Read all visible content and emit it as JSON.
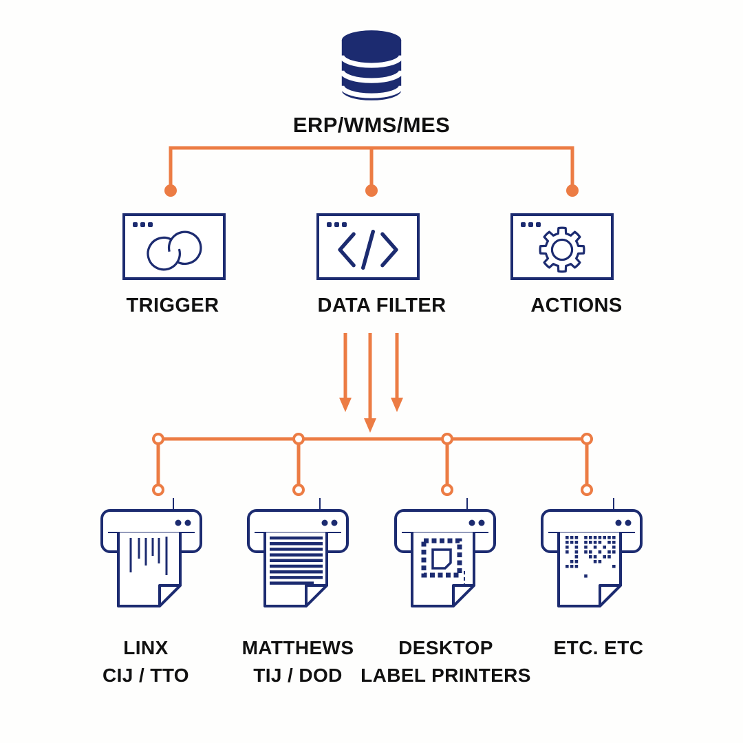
{
  "colors": {
    "navy": "#1c2b70",
    "orange": "#ec7c44",
    "text": "#111111",
    "background": "#fefefd"
  },
  "root": {
    "label": "ERP/WMS/MES",
    "icon": "database-icon"
  },
  "modules": [
    {
      "label": "TRIGGER",
      "icon": "link-rings-icon"
    },
    {
      "label": "DATA FILTER",
      "icon": "code-icon"
    },
    {
      "label": "ACTIONS",
      "icon": "gear-icon"
    }
  ],
  "printers": [
    {
      "line1": "LINX",
      "line2": "CIJ / TTO",
      "icon": "printer-barcode-icon"
    },
    {
      "line1": "MATTHEWS",
      "line2": "TIJ / DOD",
      "icon": "printer-textlines-icon"
    },
    {
      "line1": "DESKTOP",
      "line2": "LABEL PRINTERS",
      "icon": "printer-label-icon"
    },
    {
      "line1": "ETC. ETC",
      "line2": "",
      "icon": "printer-dotmatrix-icon"
    }
  ]
}
